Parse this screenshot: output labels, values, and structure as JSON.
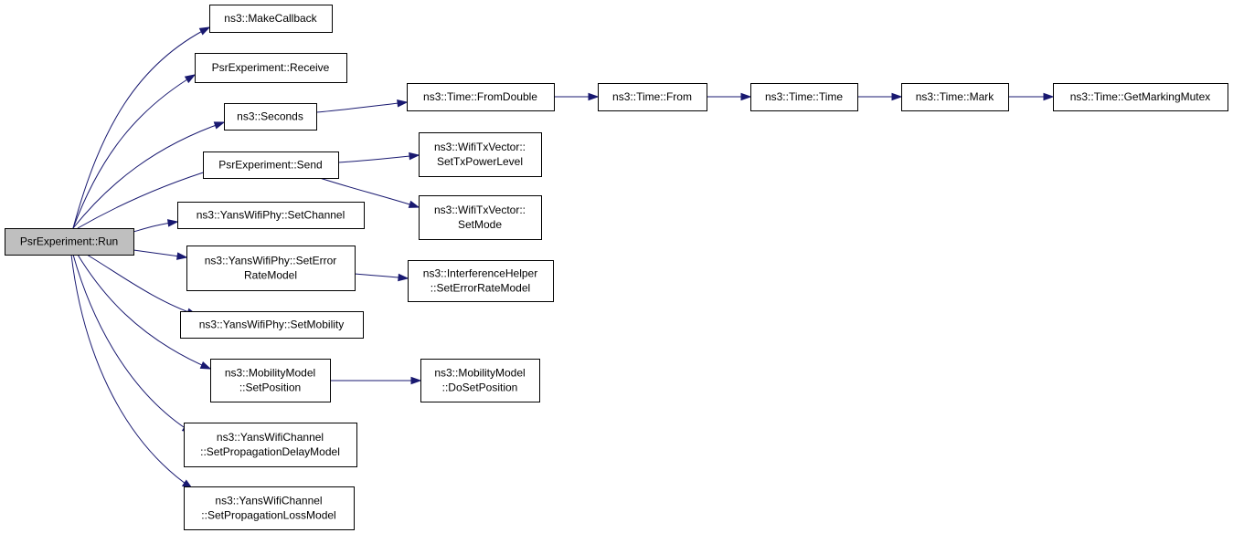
{
  "graph": {
    "kind": "call-graph",
    "nodes": [
      {
        "id": "run",
        "label": "PsrExperiment::Run",
        "highlighted": true
      },
      {
        "id": "makecallback",
        "label": "ns3::MakeCallback"
      },
      {
        "id": "receive",
        "label": "PsrExperiment::Receive"
      },
      {
        "id": "seconds",
        "label": "ns3::Seconds"
      },
      {
        "id": "send",
        "label": "PsrExperiment::Send"
      },
      {
        "id": "setchannel",
        "label": "ns3::YansWifiPhy::SetChannel"
      },
      {
        "id": "seterm",
        "label": "ns3::YansWifiPhy::SetError\nRateModel"
      },
      {
        "id": "setmobility",
        "label": "ns3::YansWifiPhy::SetMobility"
      },
      {
        "id": "setposition",
        "label": "ns3::MobilityModel\n::SetPosition"
      },
      {
        "id": "setpropdelay",
        "label": "ns3::YansWifiChannel\n::SetPropagationDelayModel"
      },
      {
        "id": "setproploss",
        "label": "ns3::YansWifiChannel\n::SetPropagationLossModel"
      },
      {
        "id": "fromdouble",
        "label": "ns3::Time::FromDouble"
      },
      {
        "id": "from",
        "label": "ns3::Time::From"
      },
      {
        "id": "time",
        "label": "ns3::Time::Time"
      },
      {
        "id": "mark",
        "label": "ns3::Time::Mark"
      },
      {
        "id": "getmarkingmutex",
        "label": "ns3::Time::GetMarkingMutex"
      },
      {
        "id": "settxpowerlevel",
        "label": "ns3::WifiTxVector::\nSetTxPowerLevel"
      },
      {
        "id": "setmode",
        "label": "ns3::WifiTxVector::\nSetMode"
      },
      {
        "id": "ihseterm",
        "label": "ns3::InterferenceHelper\n::SetErrorRateModel"
      },
      {
        "id": "dosetposition",
        "label": "ns3::MobilityModel\n::DoSetPosition"
      }
    ],
    "edges": [
      {
        "from": "run",
        "to": "makecallback"
      },
      {
        "from": "run",
        "to": "receive"
      },
      {
        "from": "run",
        "to": "seconds"
      },
      {
        "from": "run",
        "to": "send"
      },
      {
        "from": "run",
        "to": "setchannel"
      },
      {
        "from": "run",
        "to": "seterm"
      },
      {
        "from": "run",
        "to": "setmobility"
      },
      {
        "from": "run",
        "to": "setposition"
      },
      {
        "from": "run",
        "to": "setpropdelay"
      },
      {
        "from": "run",
        "to": "setproploss"
      },
      {
        "from": "seconds",
        "to": "fromdouble"
      },
      {
        "from": "fromdouble",
        "to": "from"
      },
      {
        "from": "from",
        "to": "time"
      },
      {
        "from": "time",
        "to": "mark"
      },
      {
        "from": "mark",
        "to": "getmarkingmutex"
      },
      {
        "from": "send",
        "to": "settxpowerlevel"
      },
      {
        "from": "send",
        "to": "setmode"
      },
      {
        "from": "seterm",
        "to": "ihseterm"
      },
      {
        "from": "setposition",
        "to": "dosetposition"
      }
    ],
    "colors": {
      "edge": "#191970",
      "node_border": "#000000",
      "node_fill": "#ffffff",
      "root_fill": "#bfbfbf"
    }
  }
}
